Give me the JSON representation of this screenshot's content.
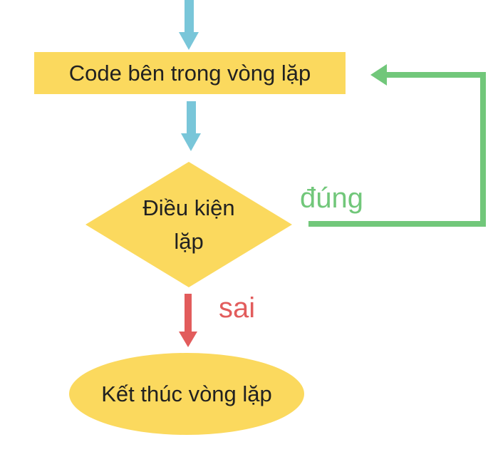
{
  "nodes": {
    "loop_body": {
      "label": "Code bên trong vòng lặp"
    },
    "condition": {
      "line1": "Điều kiện",
      "line2": "lặp"
    },
    "end_node": {
      "label": "Kết thúc vòng lặp"
    }
  },
  "edges": {
    "true_label": "đúng",
    "false_label": "sai"
  },
  "colors": {
    "shape-yellow": "#FBD95E",
    "arrow-blue": "#79C6D9",
    "arrow-green": "#71C77A",
    "arrow-red": "#E25C5C",
    "text-dark": "#212121"
  }
}
